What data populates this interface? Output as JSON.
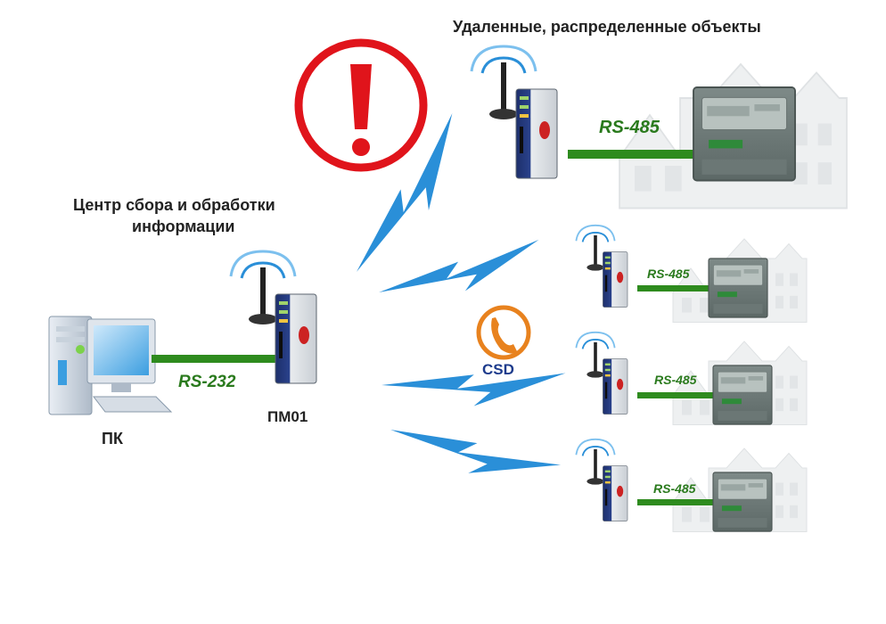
{
  "titles": {
    "remote_objects": "Удаленные, распределенные объекты",
    "center_line1": "Центр сбора и обработки",
    "center_line2": "информации"
  },
  "labels": {
    "pc": "ПК",
    "modem": "ПМ01",
    "csd": "CSD",
    "rs232": "RS-232",
    "rs485": "RS-485"
  },
  "colors": {
    "link_green": "#2e8b1e",
    "wireless_blue": "#2a8fd8",
    "warning_red": "#e0141b",
    "csd_orange": "#e8821e"
  },
  "icons": {
    "warning": "exclamation-icon",
    "phone": "phone-handset-icon",
    "signal": "radio-waves-icon"
  }
}
